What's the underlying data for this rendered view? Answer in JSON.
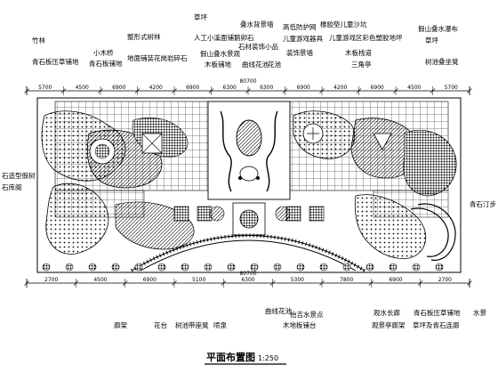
{
  "title": "平面布置图",
  "scale": "1:250",
  "top_labels": [
    {
      "id": "t1",
      "text": "竹林"
    },
    {
      "id": "t2",
      "text": "青石板压草铺地"
    },
    {
      "id": "t3",
      "text": "小木桥"
    },
    {
      "id": "t4",
      "text": "青石板铺地"
    },
    {
      "id": "t5",
      "text": "整形式树林"
    },
    {
      "id": "t6",
      "text": "地面铺装花岗岩碎石"
    },
    {
      "id": "t7",
      "text": "草坪"
    },
    {
      "id": "t8",
      "text": "人工小溪面铺鹅卵石"
    },
    {
      "id": "t9",
      "text": "假山叠水景观"
    },
    {
      "id": "t10",
      "text": "木板铺地"
    },
    {
      "id": "t11",
      "text": "叠水背景墙"
    },
    {
      "id": "t12",
      "text": "石材装饰小品"
    },
    {
      "id": "t13",
      "text": "曲线花池"
    },
    {
      "id": "t14",
      "text": "花池"
    },
    {
      "id": "t15",
      "text": "高低防护网"
    },
    {
      "id": "t16",
      "text": "儿童游戏器具"
    },
    {
      "id": "t17",
      "text": "装饰景墙"
    },
    {
      "id": "t18",
      "text": "橡胶垫儿童沙坑"
    },
    {
      "id": "t19",
      "text": "儿童游戏区彩色塑胶地坪"
    },
    {
      "id": "t20",
      "text": "木板栈道"
    },
    {
      "id": "t21",
      "text": "三角亭"
    },
    {
      "id": "t22",
      "text": "假山叠水瀑布"
    },
    {
      "id": "t23",
      "text": "草坪"
    },
    {
      "id": "t24",
      "text": "树池叠坐凳"
    }
  ],
  "left_labels": [
    {
      "id": "l1",
      "text": "石造型假树"
    },
    {
      "id": "l2",
      "text": "石库阁"
    }
  ],
  "right_labels": [
    {
      "id": "r1",
      "text": "青石汀步"
    }
  ],
  "bottom_labels": [
    {
      "id": "b1",
      "text": "廊架"
    },
    {
      "id": "b2",
      "text": "花台"
    },
    {
      "id": "b3",
      "text": "树池带座凳"
    },
    {
      "id": "b4",
      "text": "喷泉"
    },
    {
      "id": "b5",
      "text": "曲线花池"
    },
    {
      "id": "b6",
      "text": "抬吉水景点"
    },
    {
      "id": "b7",
      "text": "木地板铺台"
    },
    {
      "id": "b8",
      "text": "观水长廊"
    },
    {
      "id": "b9",
      "text": "观景亭廊架"
    },
    {
      "id": "b10",
      "text": "青石板压草铺地"
    },
    {
      "id": "b11",
      "text": "草坪及青石连廊"
    },
    {
      "id": "b12",
      "text": "水景"
    }
  ],
  "dims_top": [
    "5700",
    "4500",
    "6900",
    "4200",
    "6900",
    "6300",
    "6300",
    "6900",
    "4200",
    "6900",
    "4500",
    "5700"
  ],
  "dims_top_mid": "80700",
  "dims_bottom": [
    "2700",
    "4500",
    "6900",
    "5100",
    "6300",
    "5300",
    "7800",
    "6900",
    "2700"
  ],
  "dims_bottom_mid": "80700"
}
